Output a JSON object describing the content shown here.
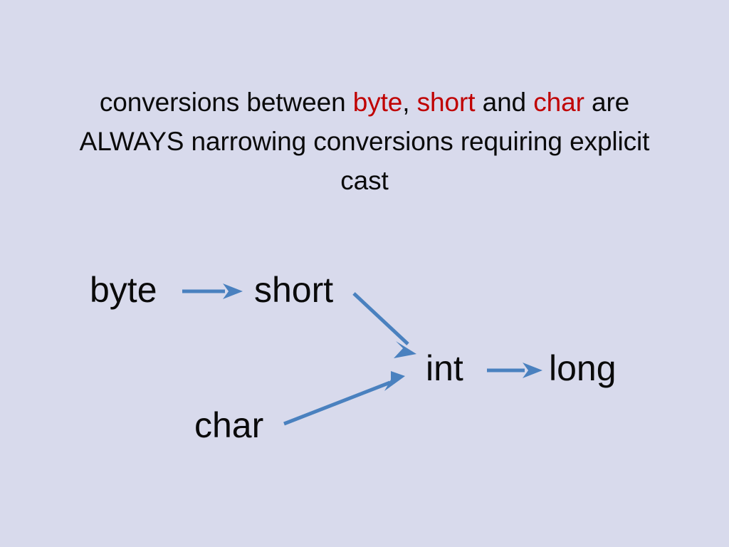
{
  "slide": {
    "background_color": "#d8daec",
    "title": {
      "line1_part1": "conversions between ",
      "line1_kw1": "byte",
      "line1_sep1": ", ",
      "line1_kw2": "short",
      "line1_sep2": " and ",
      "line1_kw3": "char",
      "line1_part2": " are",
      "line2": "ALWAYS narrowing conversions requiring explicit",
      "line3": "cast",
      "text_color": "#0a0a0a",
      "keyword_color": "#c00000",
      "full_text": "conversions between byte, short and char are ALWAYS narrowing conversions requiring explicit cast"
    },
    "diagram": {
      "arrow_color": "#4a81bf",
      "node_text_color": "#0a0a0a",
      "nodes": [
        {
          "id": "byte",
          "label": "byte"
        },
        {
          "id": "short",
          "label": "short"
        },
        {
          "id": "int",
          "label": "int"
        },
        {
          "id": "long",
          "label": "long"
        },
        {
          "id": "char",
          "label": "char"
        }
      ],
      "edges": [
        {
          "id": "byte-to-short",
          "from": "byte",
          "to": "short",
          "direction": "right"
        },
        {
          "id": "short-to-int",
          "from": "short",
          "to": "int",
          "direction": "down-right"
        },
        {
          "id": "char-to-int",
          "from": "char",
          "to": "int",
          "direction": "up-right"
        },
        {
          "id": "int-to-long",
          "from": "int",
          "to": "long",
          "direction": "right"
        }
      ]
    }
  }
}
